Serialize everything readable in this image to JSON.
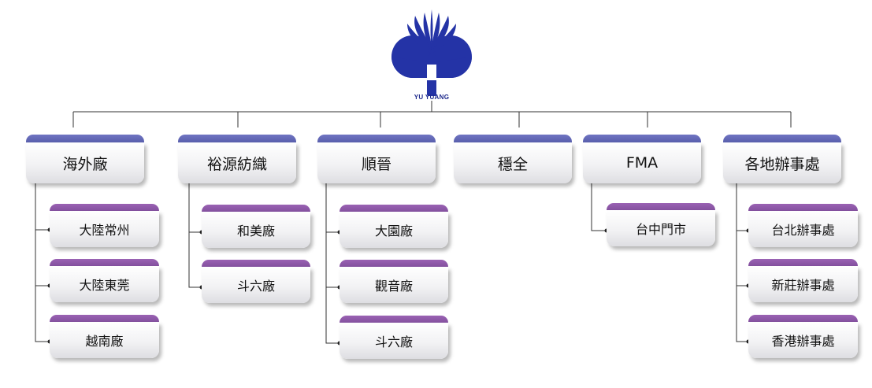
{
  "logo": {
    "text": "YU YUANG",
    "color": "#2433a6",
    "icon": "yu-yuang-logo-icon"
  },
  "colors": {
    "top_tab": "#4a51a0",
    "sub_tab": "#7a4797",
    "line": "#333333"
  },
  "divisions": [
    {
      "label": "海外廠",
      "units": [
        "大陸常州",
        "大陸東莞",
        "越南廠"
      ]
    },
    {
      "label": "裕源紡織",
      "units": [
        "和美廠",
        "斗六廠"
      ]
    },
    {
      "label": "順晉",
      "units": [
        "大園廠",
        "觀音廠",
        "斗六廠"
      ]
    },
    {
      "label": "穩全",
      "units": []
    },
    {
      "label": "FMA",
      "units": [
        "台中門市"
      ]
    },
    {
      "label": "各地辦事處",
      "units": [
        "台北辦事處",
        "新莊辦事處",
        "香港辦事處"
      ]
    }
  ]
}
